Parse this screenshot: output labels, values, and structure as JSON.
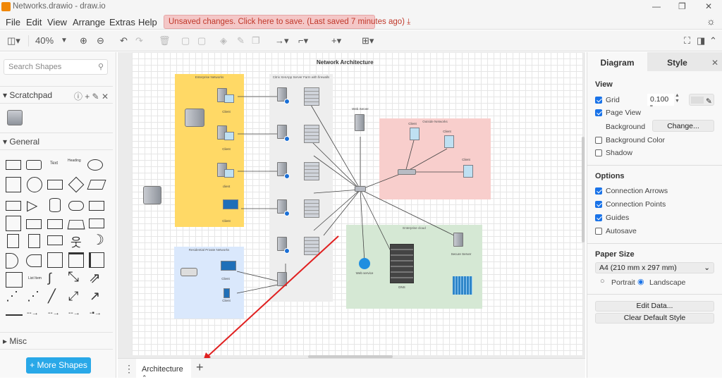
{
  "window": {
    "title": "Networks.drawio - draw.io"
  },
  "menu": [
    "File",
    "Edit",
    "View",
    "Arrange",
    "Extras",
    "Help"
  ],
  "unsaved_banner": "Unsaved changes. Click here to save. (Last saved 7 minutes ago)",
  "toolbar": {
    "zoom": "40%"
  },
  "sidebar": {
    "search_placeholder": "Search Shapes",
    "scratchpad": "Scratchpad",
    "general": "General",
    "misc": "Misc",
    "more_shapes": "+ More Shapes",
    "shape_text": "Text",
    "shape_heading": "Heading",
    "shape_listitem": "List Item"
  },
  "diagram": {
    "title": "Network Architecture",
    "groups": {
      "enterprise": "Enterprise Networks",
      "citrix": "Citrix XenApp Server Farm with firewalls",
      "outside": "Outside Networks",
      "cloud": "Enterprise cloud",
      "residential": "Residential Private Networks"
    },
    "labels": {
      "client1": "Client",
      "client2": "Client",
      "client3": "client",
      "client4": "Client",
      "web_server": "Web Server",
      "out1": "Client",
      "out2": "Client",
      "out3": "Client",
      "web_service": "Web service",
      "dns": "DNS",
      "secure_server": "Secure Server",
      "res_client1": "Client",
      "res_client2": "Client"
    }
  },
  "page_tabs": {
    "current": "Architecture"
  },
  "panel": {
    "tabs": [
      "Diagram",
      "Style"
    ],
    "view": "View",
    "grid": "Grid",
    "grid_size": "0.100 \"",
    "page_view": "Page View",
    "background": "Background",
    "change": "Change...",
    "background_color": "Background Color",
    "shadow": "Shadow",
    "options": "Options",
    "connection_arrows": "Connection Arrows",
    "connection_points": "Connection Points",
    "guides": "Guides",
    "autosave": "Autosave",
    "paper_size": "Paper Size",
    "paper_value": "A4 (210 mm x 297 mm)",
    "portrait": "Portrait",
    "landscape": "Landscape",
    "edit_data": "Edit Data...",
    "clear_style": "Clear Default Style"
  },
  "colors": {
    "accent": "#1a73e8",
    "annotation": "#e02020",
    "more_shapes": "#29a8e8"
  }
}
